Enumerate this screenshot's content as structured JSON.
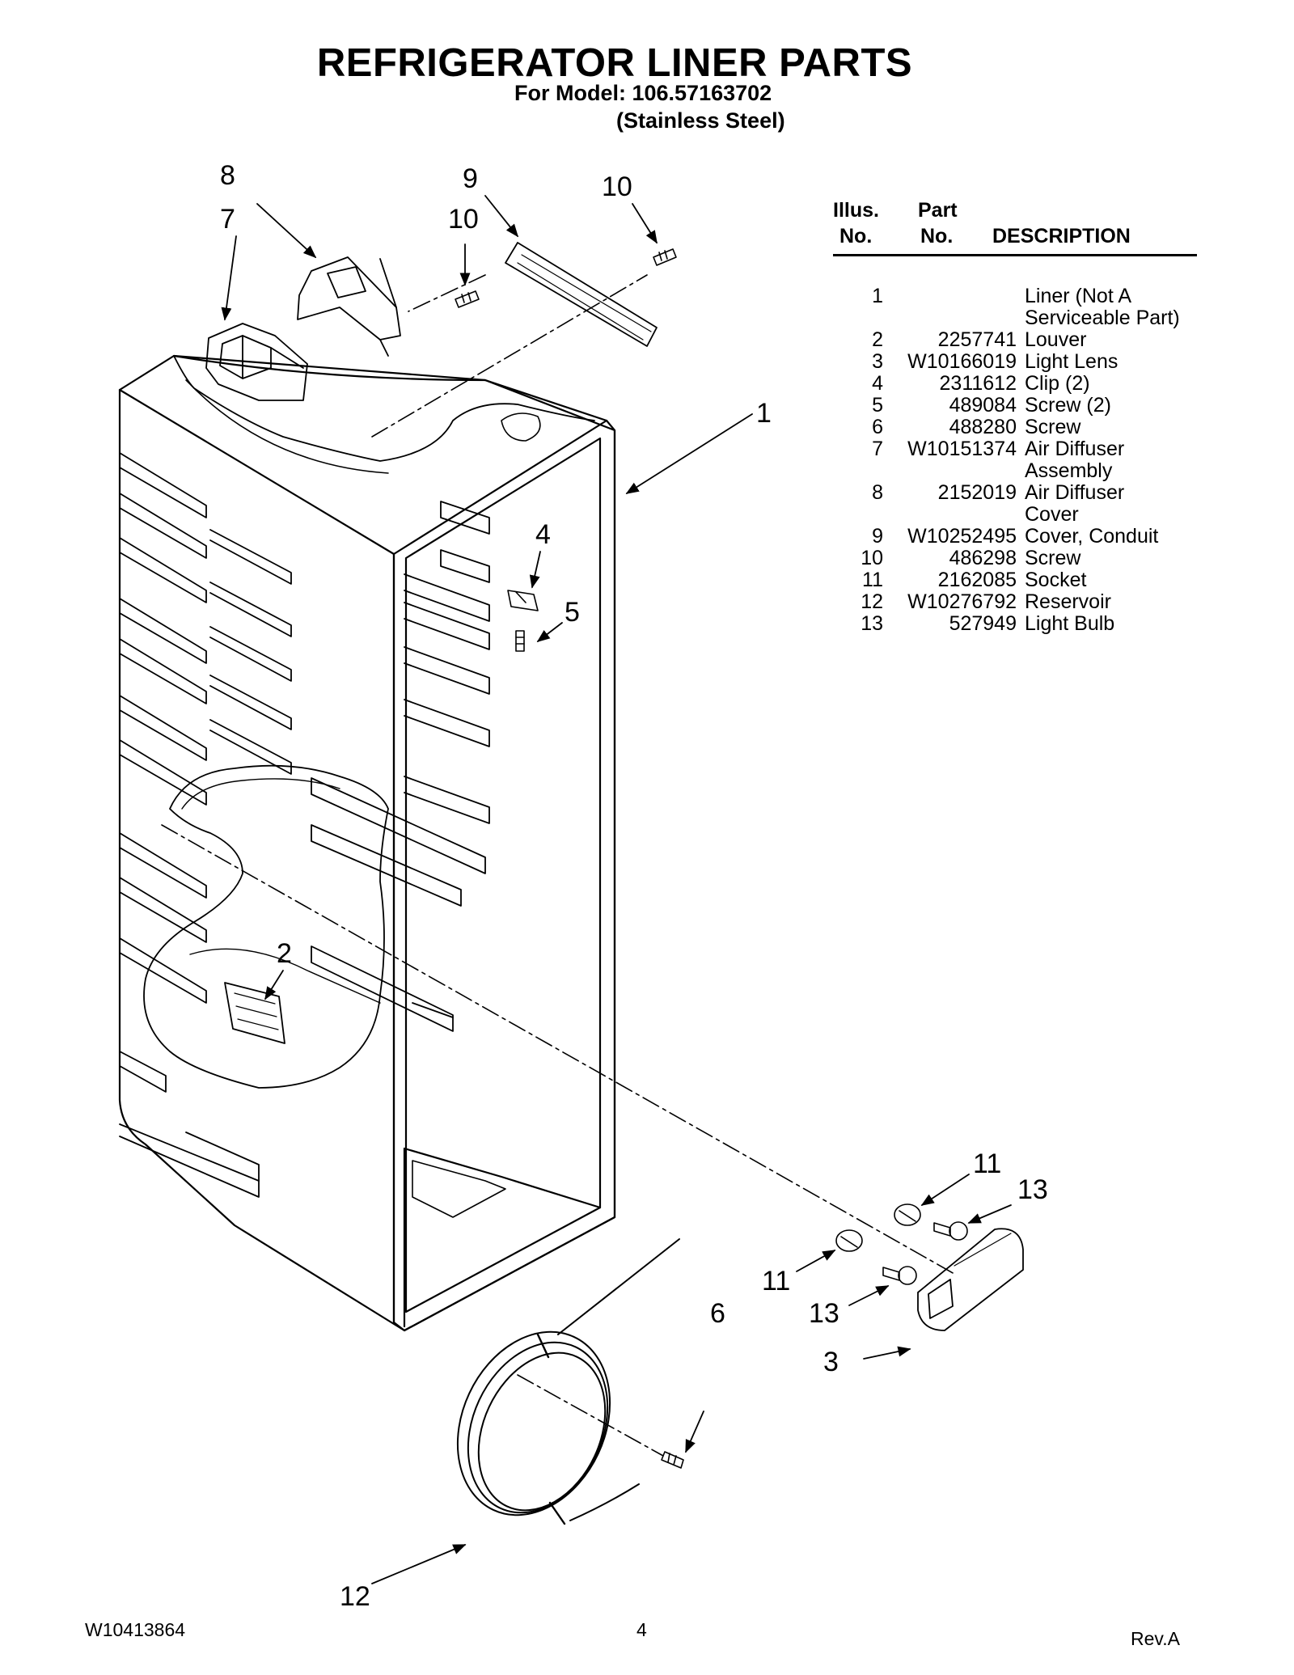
{
  "header": {
    "title": "REFRIGERATOR LINER PARTS",
    "model_line": "For Model: 106.57163702",
    "finish_line": "(Stainless Steel)"
  },
  "parts_table": {
    "headers": {
      "illus_1": "Illus.",
      "illus_2": "No.",
      "part_1": "Part",
      "part_2": "No.",
      "description": "DESCRIPTION"
    },
    "rows": [
      {
        "illus": "1",
        "part": "",
        "description": [
          "Liner (Not A",
          "Serviceable Part)"
        ]
      },
      {
        "illus": "2",
        "part": "2257741",
        "description": [
          "Louver"
        ]
      },
      {
        "illus": "3",
        "part": "W10166019",
        "description": [
          "Light Lens"
        ]
      },
      {
        "illus": "4",
        "part": "2311612",
        "description": [
          "Clip (2)"
        ]
      },
      {
        "illus": "5",
        "part": "489084",
        "description": [
          "Screw (2)"
        ]
      },
      {
        "illus": "6",
        "part": "488280",
        "description": [
          "Screw"
        ]
      },
      {
        "illus": "7",
        "part": "W10151374",
        "description": [
          "Air Diffuser",
          "Assembly"
        ]
      },
      {
        "illus": "8",
        "part": "2152019",
        "description": [
          "Air Diffuser",
          "Cover"
        ]
      },
      {
        "illus": "9",
        "part": "W10252495",
        "description": [
          "Cover, Conduit"
        ]
      },
      {
        "illus": "10",
        "part": "486298",
        "description": [
          "Screw"
        ]
      },
      {
        "illus": "11",
        "part": "2162085",
        "description": [
          "Socket"
        ]
      },
      {
        "illus": "12",
        "part": "W10276792",
        "description": [
          "Reservoir"
        ]
      },
      {
        "illus": "13",
        "part": "527949",
        "description": [
          "Light Bulb"
        ]
      }
    ]
  },
  "callouts": {
    "c1": "1",
    "c2": "2",
    "c3": "3",
    "c4": "4",
    "c5": "5",
    "c6": "6",
    "c7": "7",
    "c8": "8",
    "c9": "9",
    "c10a": "10",
    "c10b": "10",
    "c11a": "11",
    "c11b": "11",
    "c12": "12",
    "c13a": "13",
    "c13b": "13"
  },
  "footer": {
    "doc_number": "W10413864",
    "page_number": "4",
    "revision": "Rev.A"
  }
}
